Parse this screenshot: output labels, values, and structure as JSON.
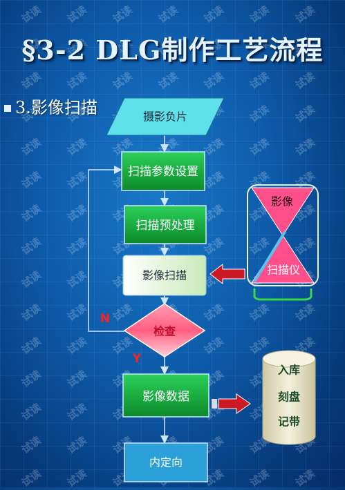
{
  "title": "§3-2 DLG制作工艺流程",
  "section": {
    "number": "3.",
    "label": "影像扫描"
  },
  "flow": {
    "input": "摄影负片",
    "step1": "扫描参数设置",
    "step2": "扫描预处理",
    "step3": "影像扫描",
    "decision": "检查",
    "no_label": "N",
    "yes_label": "Y",
    "step4": "影像数据",
    "step5": "内定向"
  },
  "scanner": {
    "top": "影像",
    "bottom": "扫描仪"
  },
  "storage": {
    "line1": "入库",
    "line2": "刻盘",
    "line3": "记带"
  },
  "watermark_text": "试读",
  "colors": {
    "green_box": "#18a83a",
    "input_cyan": "#5ee0ea",
    "scan_box": "#e8f5d8",
    "decision_pink": "#ff6b8a",
    "hourglass_pink": "#ff4f8a",
    "arrow_red": "#cc1a24",
    "storage_cyl": "#e8e4c8"
  }
}
